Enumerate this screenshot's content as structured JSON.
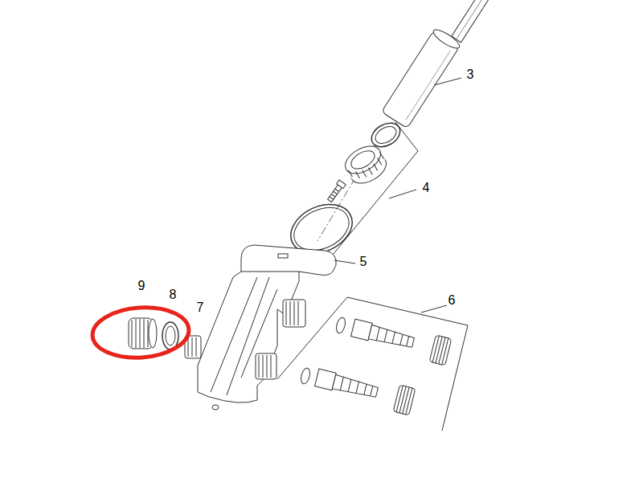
{
  "diagram": {
    "labels": [
      "3",
      "4",
      "5",
      "6",
      "7",
      "8",
      "9"
    ]
  }
}
